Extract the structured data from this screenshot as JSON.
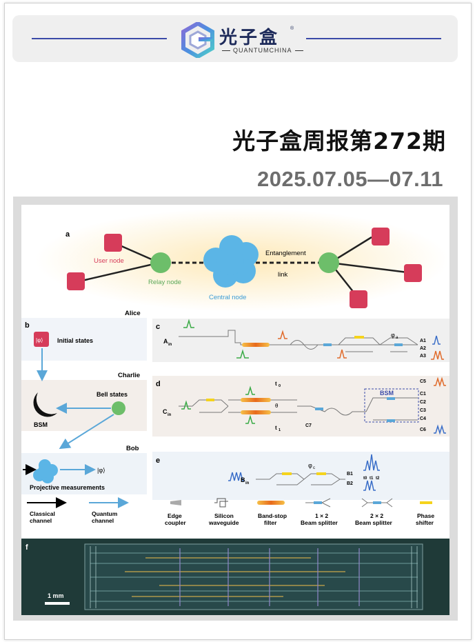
{
  "brand": {
    "name_cn": "光子盒",
    "name_en": "QUANTUMCHINA",
    "registered_mark": "®",
    "colors": {
      "line": "#3a4aa8",
      "text": "#1d2a5a"
    }
  },
  "issue": {
    "title": "光子盒周报第272期",
    "date_range": "2025.07.05—07.11"
  },
  "figure": {
    "panel_a": {
      "letter": "a",
      "user_node": "User node",
      "relay_node": "Relay node",
      "central_node": "Central node",
      "entanglement": "Entanglement",
      "link": "link"
    },
    "panel_b": {
      "letter": "b",
      "alice": "Alice",
      "phi_state": "|φ⟩",
      "initial_states": "Initial states",
      "charlie": "Charlie",
      "bell_states": "Bell states",
      "bsm": "BSM",
      "bob": "Bob",
      "phi_out": "|φ⟩",
      "projective": "Projective measurements"
    },
    "panel_c": {
      "letter": "c",
      "input": "A",
      "input_sub": "in",
      "outputs": [
        "A1",
        "A2",
        "A3"
      ],
      "phase": "φ",
      "phase_sub": "a"
    },
    "panel_d": {
      "letter": "d",
      "input": "C",
      "input_sub": "in",
      "t0": "t",
      "t0_sub": "0",
      "t1": "t",
      "t1_sub": "1",
      "theta": "θ",
      "c7": "C7",
      "bsm": "BSM",
      "outputs": [
        "C5",
        "C1",
        "C2",
        "C3",
        "C4",
        "C6"
      ]
    },
    "panel_e": {
      "letter": "e",
      "input": "B",
      "input_sub": "in",
      "phase": "φ",
      "phase_sub": "c",
      "outputs": [
        "B1",
        "B2"
      ],
      "times": [
        "t0",
        "t1",
        "t2"
      ]
    },
    "legend": [
      {
        "label1": "Classical",
        "label2": "channel"
      },
      {
        "label1": "Quantum",
        "label2": "channel"
      },
      {
        "label1": "Edge",
        "label2": "coupler"
      },
      {
        "label1": "Silicon",
        "label2": "waveguide"
      },
      {
        "label1": "Band-stop",
        "label2": "filter"
      },
      {
        "label1": "1 × 2",
        "label2": "Beam splitter"
      },
      {
        "label1": "2 × 2",
        "label2": "Beam splitter"
      },
      {
        "label1": "Phase",
        "label2": "shifter"
      }
    ],
    "panel_f": {
      "letter": "f",
      "scale": "1 mm"
    }
  }
}
